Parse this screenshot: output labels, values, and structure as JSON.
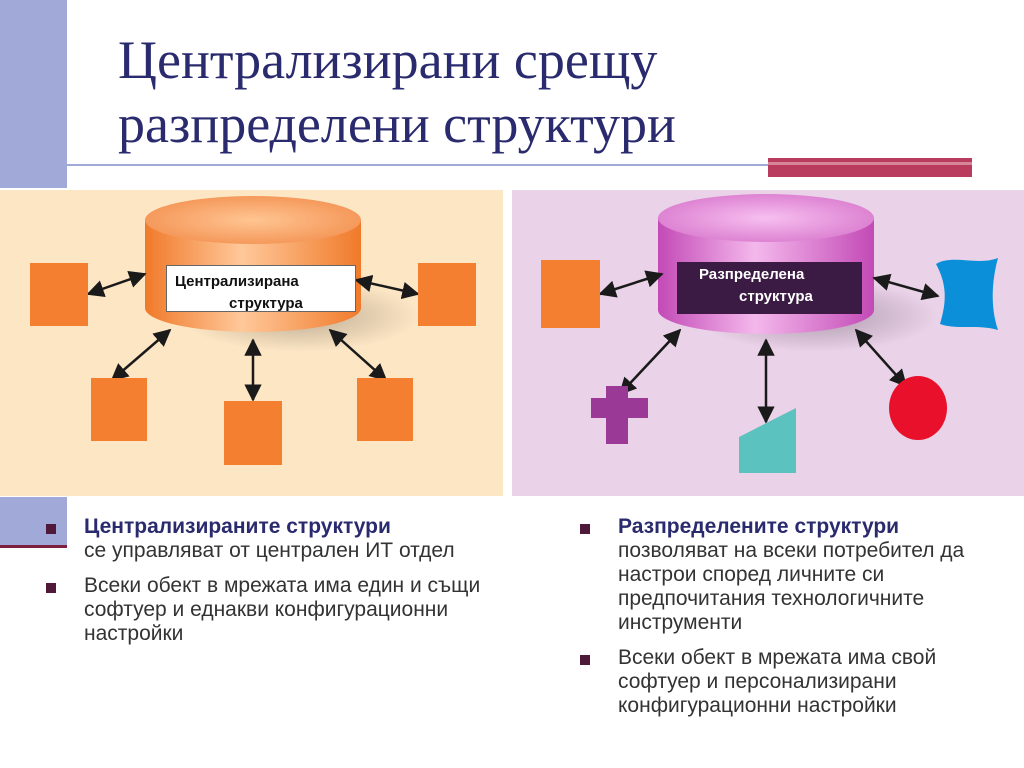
{
  "slide": {
    "title_line1": "Централизирани срещу",
    "title_line2": "разпределени структури"
  },
  "left_diagram": {
    "label_line1": "Централизирана",
    "label_line2": "структура"
  },
  "right_diagram": {
    "label_line1": "Разпределена",
    "label_line2": "структура"
  },
  "left_bullets": [
    {
      "bold": "Централизираните структури",
      "text": "се управляват от централен ИТ отдел"
    },
    {
      "bold": "",
      "text": "Всеки обект в мрежата има един и същи софтуер и еднакви конфигурационни настройки"
    }
  ],
  "right_bullets": [
    {
      "bold": "Разпределените структури",
      "text": "позволяват на всеки потребител да настрои според личните си предпочитания технологичните инструменти"
    },
    {
      "bold": "",
      "text": "Всеки обект в мрежата има свой софтуер и персонализирани конфигурационни настройки"
    }
  ],
  "colors": {
    "title": "#2a2a6e",
    "accent_bar": "#b93b5d",
    "left_panel": "#fce6c4",
    "right_panel": "#ead2e8",
    "orange_node": "#f47f30",
    "purple_cross": "#9b3a96",
    "teal_shape": "#5cc2bf",
    "blue_shape": "#0a8fd8",
    "red_circle": "#e8102a"
  }
}
